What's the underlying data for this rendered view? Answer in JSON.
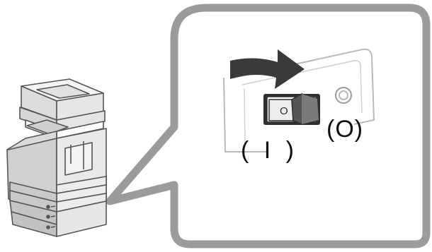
{
  "diagram": {
    "switch_on_label": "( I )",
    "switch_off_label": "(O)",
    "switch_button_symbol": "O",
    "icons": {
      "device": "multifunction-printer-icon",
      "arrow": "rotate-arrow-icon",
      "switch": "power-rocker-switch-icon",
      "indicator": "power-indicator-icon"
    },
    "colors": {
      "callout_border": "#9b9b9b",
      "callout_fill": "#ffffff",
      "arrow": "#3a3a3a",
      "switch": "#4a4a4a",
      "device_outline": "#555555",
      "device_fill": "#e9e9e9"
    }
  }
}
